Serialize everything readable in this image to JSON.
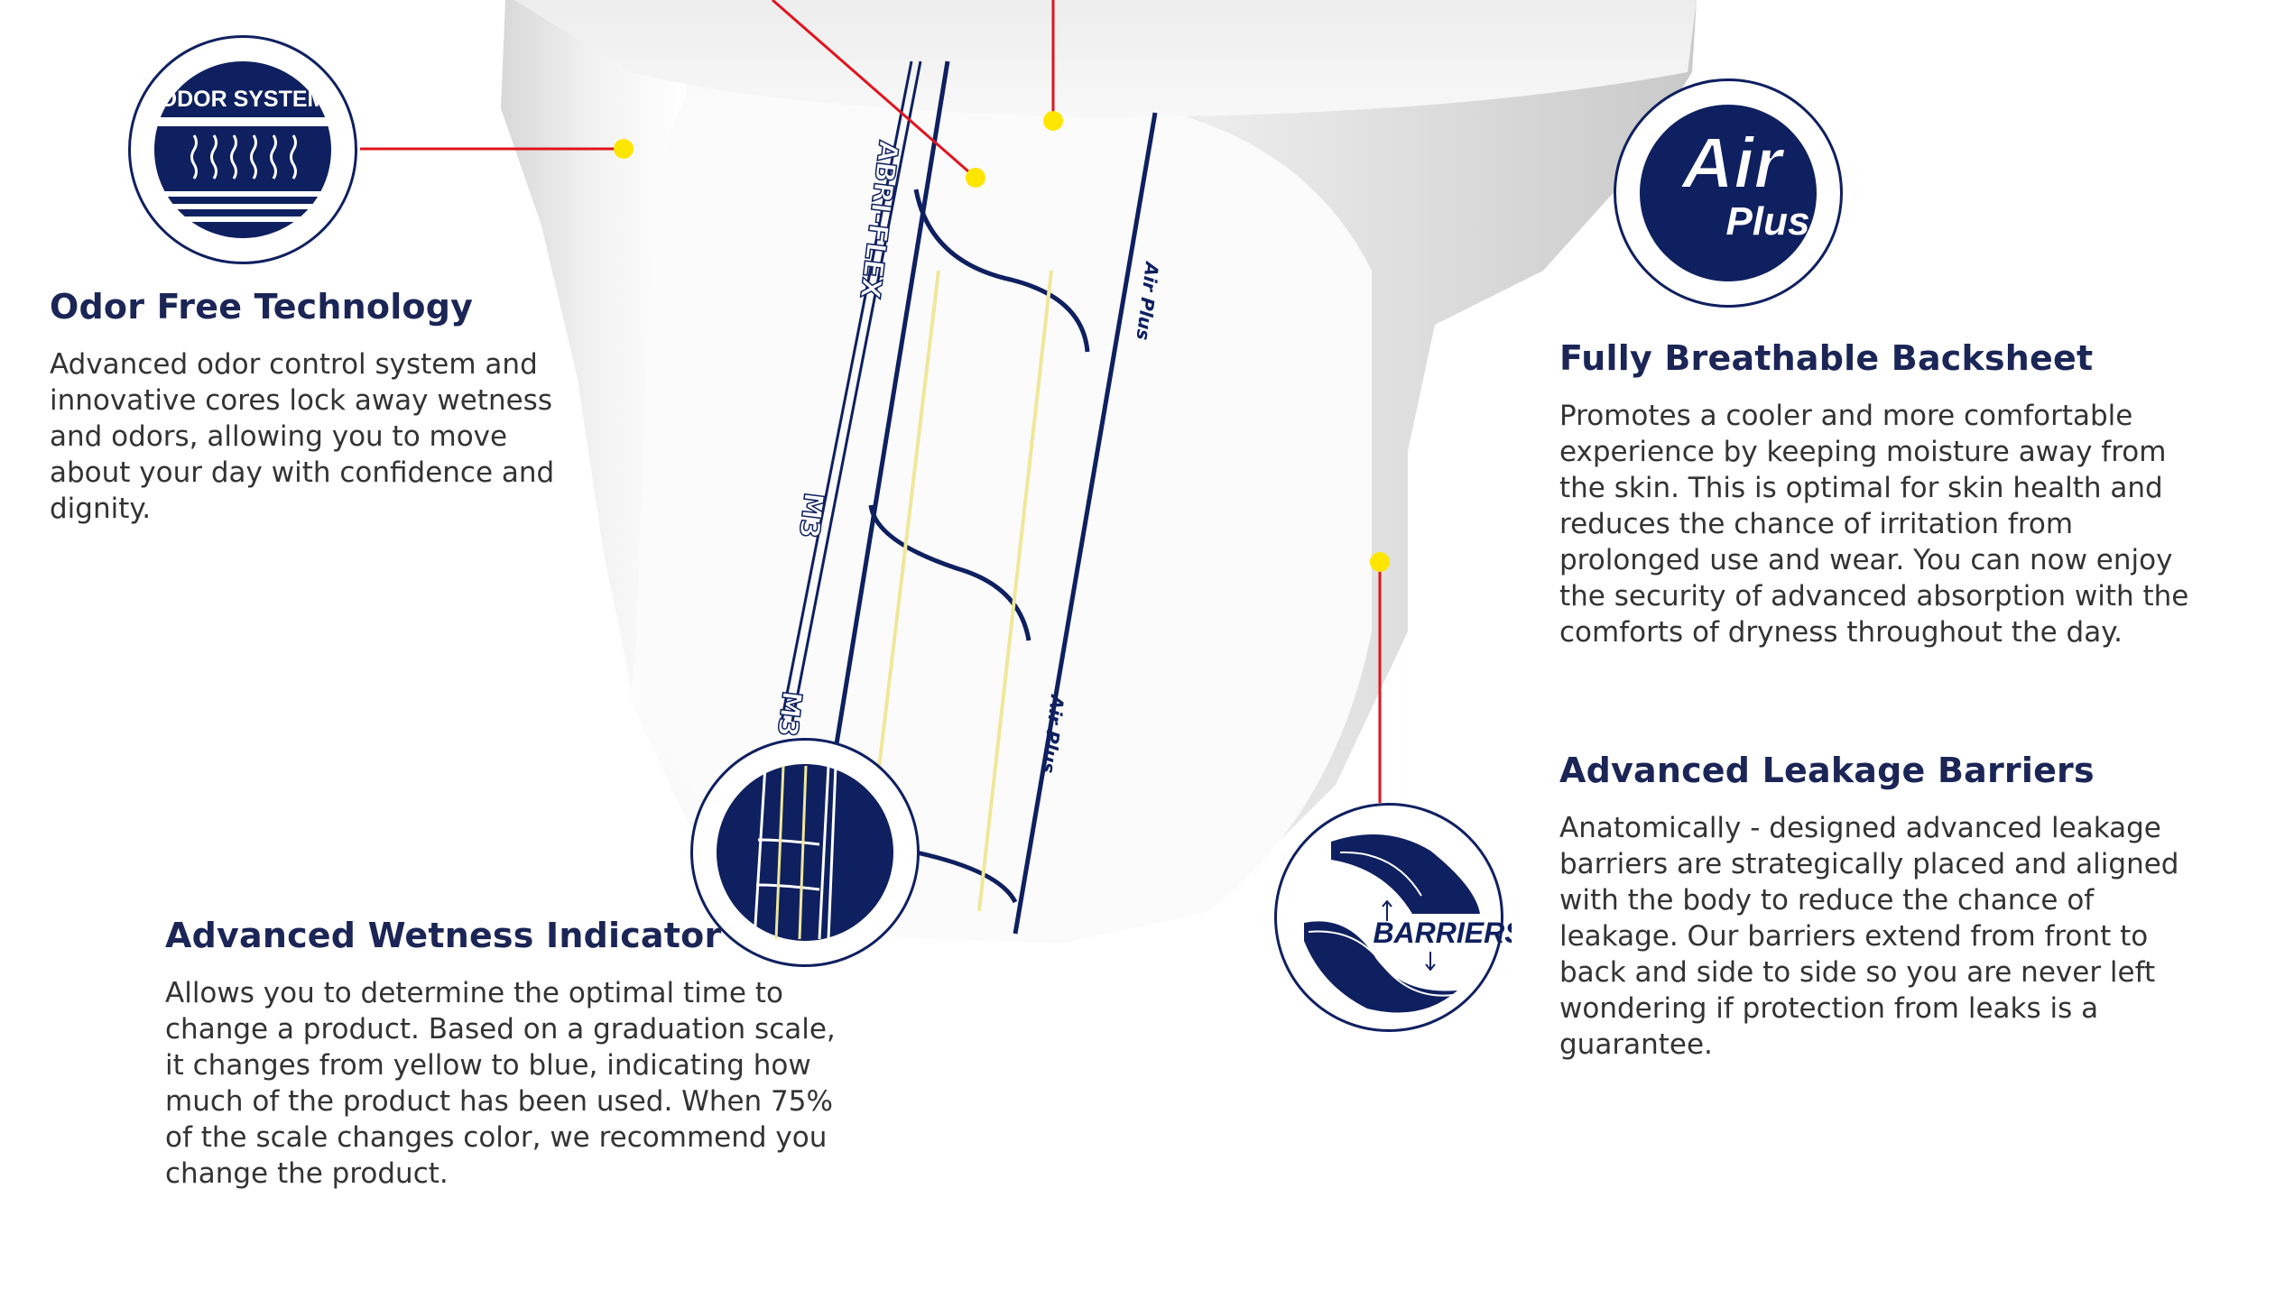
{
  "product": {
    "print_text": [
      "ABRI-FLEX",
      "M3",
      "M3",
      "Air Plus",
      "Air Plus"
    ]
  },
  "features": [
    {
      "title": "Odor Free Technology",
      "body": "Advanced odor control system and innovative cores lock away wetness and odors, allowing you to move about your day with confidence and dignity.",
      "badge_text": "ODOR SYSTEM",
      "icon": "odor-system-icon"
    },
    {
      "title": "Fully Breathable Backsheet",
      "body": "Promotes a cooler and more comfortable experience by keeping moisture away from the skin. This is optimal for skin health and reduces the chance of irritation from prolonged use and wear. You can now enjoy the security of advanced absorption with the comforts of dryness throughout the day.",
      "badge_text": [
        "Air",
        "Plus"
      ],
      "icon": "air-plus-icon"
    },
    {
      "title": "Advanced Leakage Barriers",
      "body": "Anatomically - designed advanced leakage barriers are strategically placed and aligned with the body to reduce the chance of leakage. Our barriers extend from front to back and side to side so you are never left wondering if protection from leaks is a guarantee.",
      "badge_text": "BARRIERS",
      "icon": "barriers-icon"
    },
    {
      "title": "Advanced Wetness Indicator",
      "body": "Allows you to determine the optimal time to change a product. Based on a graduation scale, it changes from yellow to blue, indicating how much of the product has been used. When 75% of the scale changes color, we recommend you change the product.",
      "icon": "wetness-indicator-icon"
    }
  ],
  "colors": {
    "navy": "#0f2060",
    "callout_line": "#e0141e",
    "callout_dot": "#ffe600",
    "indicator_yellow": "#efe79a"
  }
}
